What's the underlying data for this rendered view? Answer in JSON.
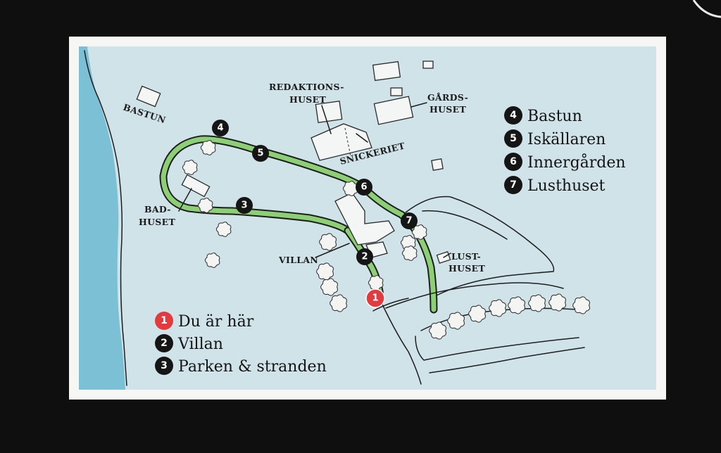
{
  "map": {
    "colors": {
      "background": "#0f0f0f",
      "frame": "#f6f7f5",
      "land": "#cfe3e8",
      "water": "#7cc0d6",
      "path": "#8ccf74",
      "marker_dark": "#151515",
      "marker_here": "#e23a3f"
    },
    "place_labels": {
      "bastun": "BASTUN",
      "redaktionshuset_1": "REDAKTIONS-",
      "redaktionshuset_2": "HUSET",
      "gardshuset_1": "GÅRDS-",
      "gardshuset_2": "HUSET",
      "snickeriet": "SNICKERIET",
      "badhuset_1": "BAD-",
      "badhuset_2": "HUSET",
      "villan": "VILLAN",
      "lusthuset_1": "LUST-",
      "lusthuset_2": "HUSET"
    },
    "stops": {
      "s1": "1",
      "s2": "2",
      "s3": "3",
      "s4": "4",
      "s5": "5",
      "s6": "6",
      "s7": "7"
    },
    "legend_left": [
      {
        "num": "1",
        "label": "Du är här",
        "color": "#e23a3f"
      },
      {
        "num": "2",
        "label": "Villan",
        "color": "#151515"
      },
      {
        "num": "3",
        "label": "Parken & stranden",
        "color": "#151515"
      }
    ],
    "legend_right": [
      {
        "num": "4",
        "label": "Bastun",
        "color": "#151515"
      },
      {
        "num": "5",
        "label": "Iskällaren",
        "color": "#151515"
      },
      {
        "num": "6",
        "label": "Innergården",
        "color": "#151515"
      },
      {
        "num": "7",
        "label": "Lusthuset",
        "color": "#151515"
      }
    ]
  }
}
